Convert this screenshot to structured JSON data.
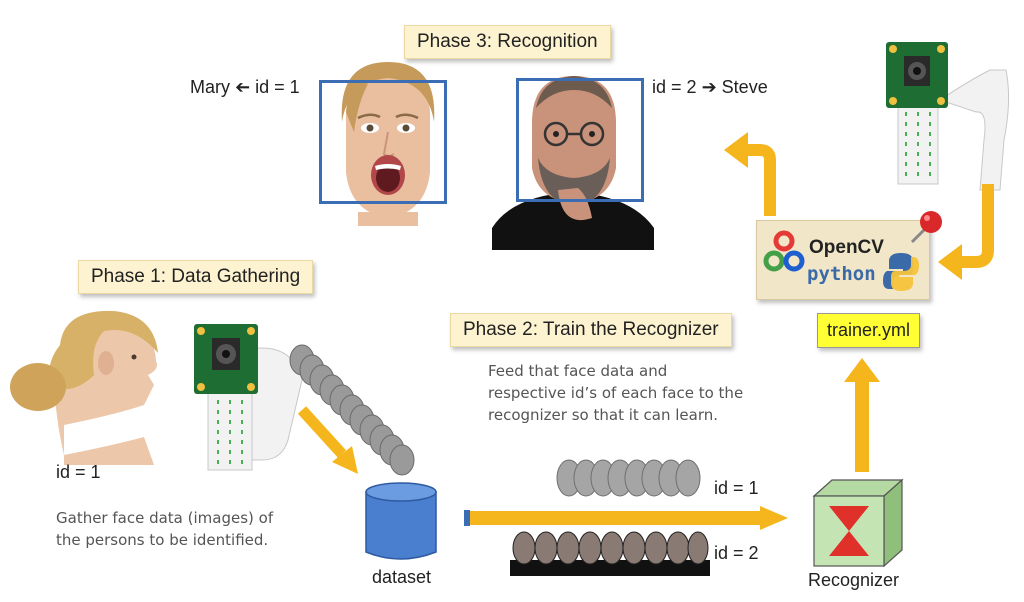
{
  "phase3": {
    "label": "Phase 3: Recognition"
  },
  "phase1": {
    "label": "Phase 1: Data Gathering",
    "id_label": "id = 1",
    "description_line1": "Gather face data (images) of",
    "description_line2": "the persons to be identified."
  },
  "phase2": {
    "label": "Phase 2: Train the Recognizer",
    "description_line1": "Feed that face data and",
    "description_line2": "respective id’s of each face to the",
    "description_line3": "recognizer so that it can learn."
  },
  "recognition": {
    "left": {
      "name": "Mary",
      "arrow": "➔",
      "id": "id = 1"
    },
    "right": {
      "id": "id = 2",
      "arrow": "➔",
      "name": "Steve"
    }
  },
  "dataset": {
    "label": "dataset",
    "row1_id": "id = 1",
    "row2_id": "id = 2"
  },
  "recognizer": {
    "label": "Recognizer"
  },
  "opencv": {
    "title": "OpenCV",
    "subtitle": "python"
  },
  "trainer": {
    "file": "trainer.yml"
  },
  "colors": {
    "arrow": "#f5b51d",
    "box_blue": "#3a6db3",
    "label_bg": "#fdf3d0",
    "trainer_bg": "#ffff33",
    "recognizer_box": "#c4e4b4",
    "hourglass": "#e0302a",
    "dataset": "#4a7fd0"
  }
}
